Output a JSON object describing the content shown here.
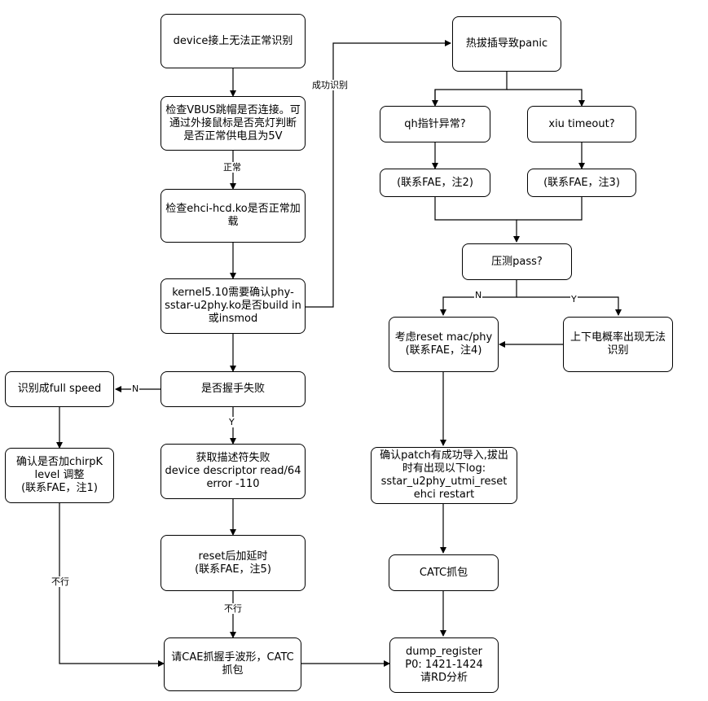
{
  "nodes": {
    "n1": "device接上无法正常识别",
    "n2": "检查VBUS跳帽是否连接。可通过外接鼠标是否亮灯判断是否正常供电且为5V",
    "n3": "检查ehci-hcd.ko是否正常加载",
    "n4": "kernel5.10需要确认phy-sstar-u2phy.ko是否build in或insmod",
    "n5": "是否握手失败",
    "n6": "识别成full speed",
    "n7": "确认是否加chirpK level 调整\n(联系FAE，注1)",
    "n8": "获取描述符失败\ndevice descriptor read/64 error -110",
    "n9": "reset后加延时\n(联系FAE，注5)",
    "n10": "请CAE抓握手波形，CATC抓包",
    "n11": "热拔插导致panic",
    "n12": "qh指针异常?",
    "n13": "xiu timeout?",
    "n14": "(联系FAE，注2)",
    "n15": "(联系FAE，注3)",
    "n16": "压测pass?",
    "n17": "考虑reset mac/phy\n(联系FAE，注4)",
    "n18": "上下电概率出现无法识别",
    "n19": "确认patch有成功导入,拔出时有出现以下log:\nsstar_u2phy_utmi_reset\nehci restart",
    "n20": "CATC抓包",
    "n21": "dump_register\nP0:  1421-1424\n请RD分析"
  },
  "edge_labels": {
    "normal": "正常",
    "success": "成功识别",
    "n_left": "N",
    "y_down": "Y",
    "fail_left": "不行",
    "fail_mid": "不行",
    "n_pass": "N",
    "y_pass": "Y"
  },
  "colors": {
    "line": "#000000",
    "fill": "#ffffff"
  }
}
